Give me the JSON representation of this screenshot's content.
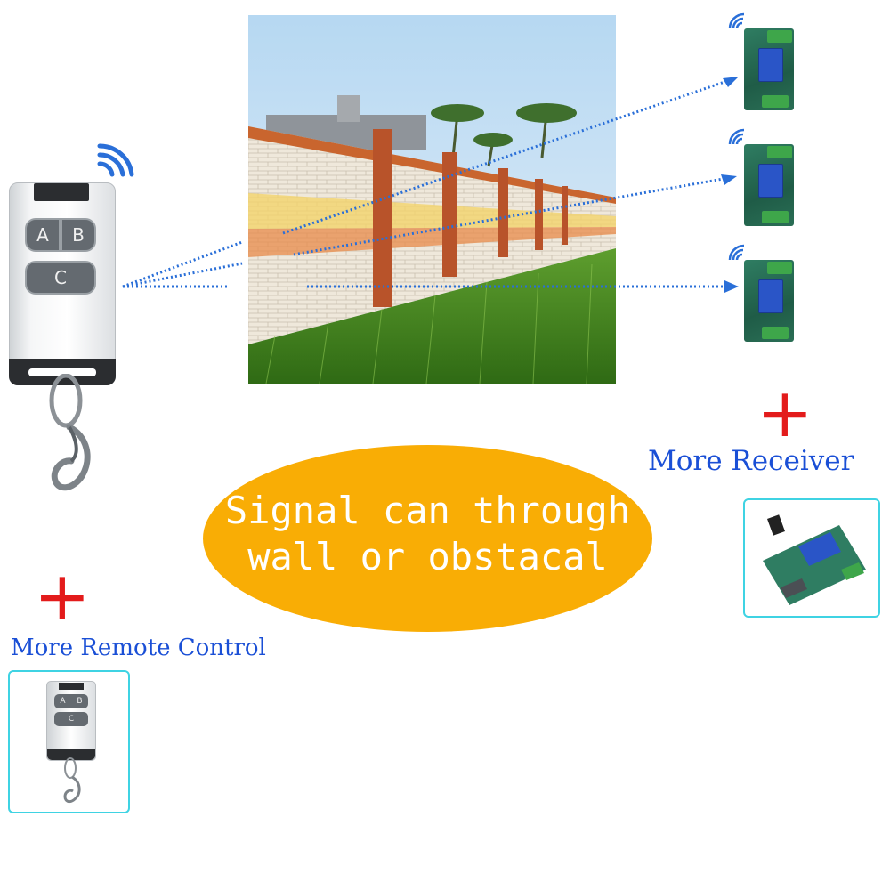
{
  "remote": {
    "buttons": {
      "a": "A",
      "b": "B",
      "c": "C"
    }
  },
  "center_banner": {
    "line1": "Signal can through",
    "line2": "wall or obstacal"
  },
  "receiver_section": {
    "plus": "+",
    "label": "More Receiver"
  },
  "remote_section": {
    "plus": "+",
    "label": "More Remote Control",
    "thumb_buttons": {
      "a": "A",
      "b": "B",
      "c": "C"
    }
  },
  "colors": {
    "banner": "#f9ad05",
    "label_blue": "#1a4fd6",
    "plus_red": "#e31b1b",
    "frame_cyan": "#3fd3e3",
    "signal_blue": "#2a6fd8"
  },
  "icons": [
    "wifi-signal-icon",
    "keyring-icon",
    "arrow-icon"
  ]
}
